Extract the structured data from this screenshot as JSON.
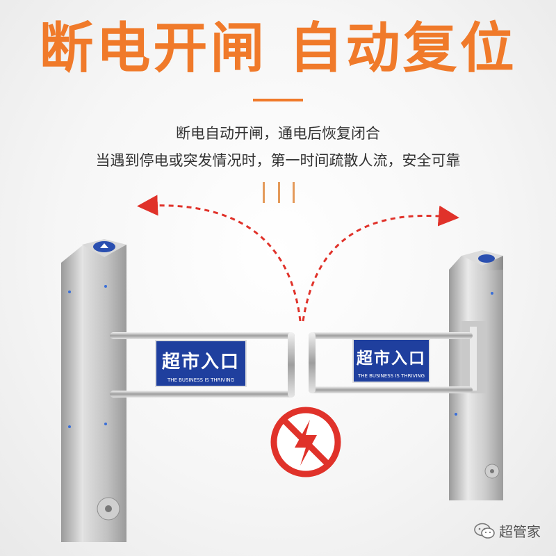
{
  "headline": "断电开闸 自动复位",
  "subtitle_line1": "断电自动开闸，通电后恢复闭合",
  "subtitle_line2": "当遇到停电或突发情况时，第一时间疏散人流，安全可靠",
  "left_gate": {
    "sign_text": "超市入口",
    "sign_subtext": "THE BUSINESS IS THRIVING"
  },
  "right_gate": {
    "sign_text": "超市入口",
    "sign_subtext": "THE BUSINESS IS THRIVING"
  },
  "no_power_icon": "no-power-lightning-icon",
  "watermark": {
    "icon": "wechat-icon",
    "label": "超管家"
  },
  "colors": {
    "accent": "#f07a2a",
    "arrow": "#e0322a",
    "sign_blue": "#1f3f9e",
    "prohibit_red": "#e0322a"
  }
}
